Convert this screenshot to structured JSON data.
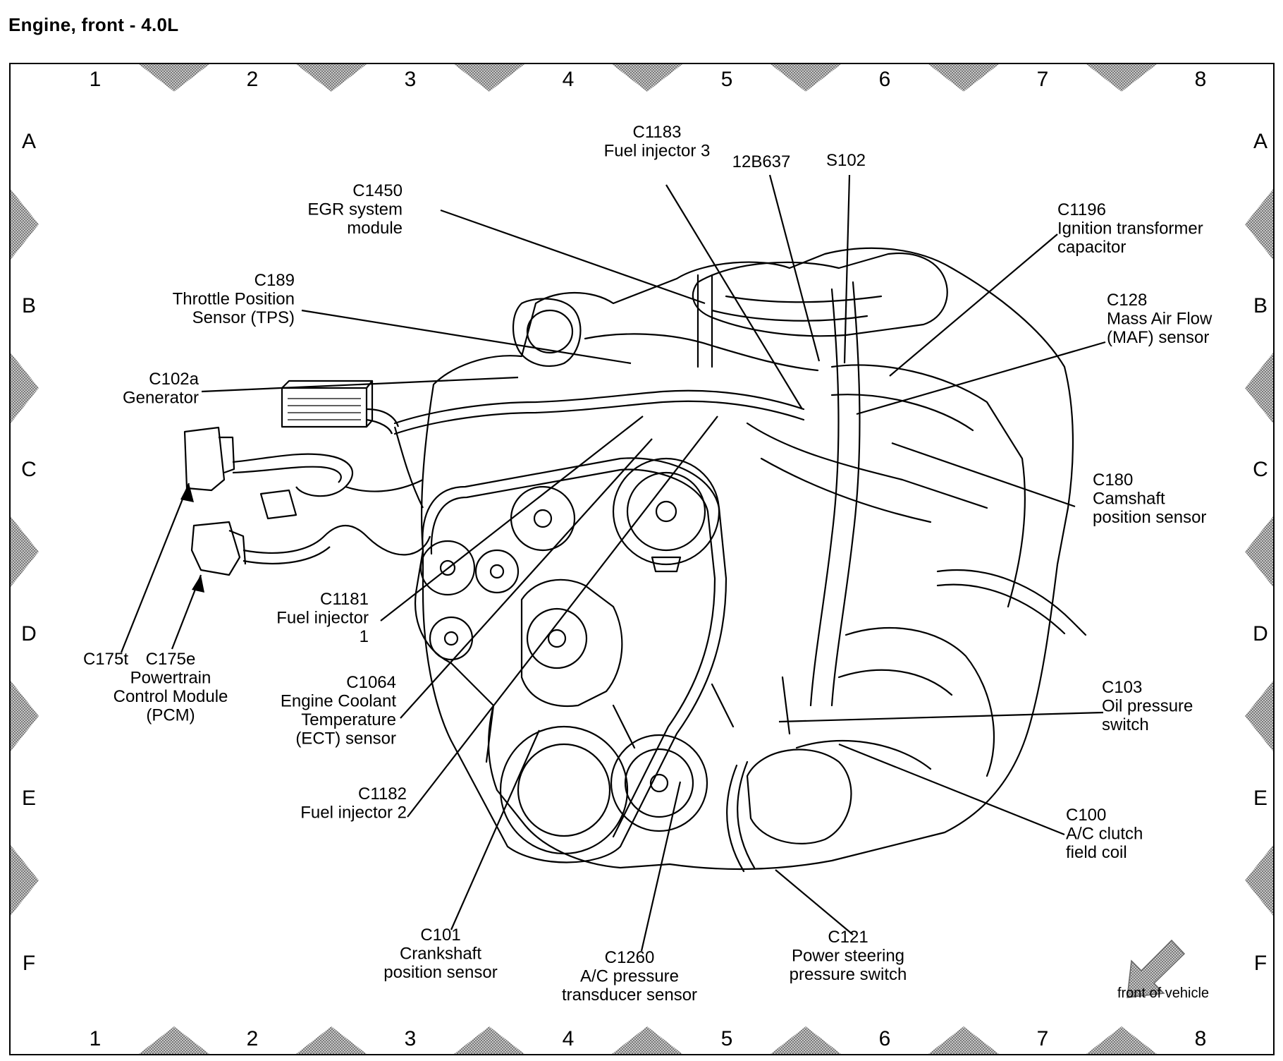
{
  "title": "Engine, front - 4.0L",
  "grid": {
    "columns": [
      "1",
      "2",
      "3",
      "4",
      "5",
      "6",
      "7",
      "8"
    ],
    "rows": [
      "A",
      "B",
      "C",
      "D",
      "E",
      "F"
    ]
  },
  "callouts": [
    {
      "id": "c1183",
      "lines": [
        "C1183",
        "Fuel injector 3"
      ]
    },
    {
      "id": "12b637",
      "lines": [
        "12B637"
      ]
    },
    {
      "id": "s102",
      "lines": [
        "S102"
      ]
    },
    {
      "id": "c1450",
      "lines": [
        "C1450",
        "EGR system",
        "module"
      ]
    },
    {
      "id": "c1196",
      "lines": [
        "C1196",
        "Ignition transformer",
        "capacitor"
      ]
    },
    {
      "id": "c189",
      "lines": [
        "C189",
        "Throttle Position",
        "Sensor (TPS)"
      ]
    },
    {
      "id": "c128",
      "lines": [
        "C128",
        "Mass Air Flow",
        "(MAF) sensor"
      ]
    },
    {
      "id": "c102a",
      "lines": [
        "C102a",
        "Generator"
      ]
    },
    {
      "id": "c180",
      "lines": [
        "C180",
        "Camshaft",
        "position sensor"
      ]
    },
    {
      "id": "c1181",
      "lines": [
        "C1181",
        "Fuel injector",
        "1"
      ]
    },
    {
      "id": "c175t",
      "lines": [
        "C175t"
      ]
    },
    {
      "id": "c175e",
      "lines": [
        "C175e",
        "Powertrain",
        "Control Module",
        "(PCM)"
      ]
    },
    {
      "id": "c1064",
      "lines": [
        "C1064",
        "Engine Coolant",
        "Temperature",
        "(ECT) sensor"
      ]
    },
    {
      "id": "c103",
      "lines": [
        "C103",
        "Oil pressure",
        "switch"
      ]
    },
    {
      "id": "c1182",
      "lines": [
        "C1182",
        "Fuel injector 2"
      ]
    },
    {
      "id": "c100",
      "lines": [
        "C100",
        "A/C clutch",
        "field coil"
      ]
    },
    {
      "id": "c101",
      "lines": [
        "C101",
        "Crankshaft",
        "position sensor"
      ]
    },
    {
      "id": "c1260",
      "lines": [
        "C1260",
        "A/C pressure",
        "transducer sensor"
      ]
    },
    {
      "id": "c121",
      "lines": [
        "C121",
        "Power steering",
        "pressure switch"
      ]
    }
  ],
  "orientation_label": "front of vehicle"
}
